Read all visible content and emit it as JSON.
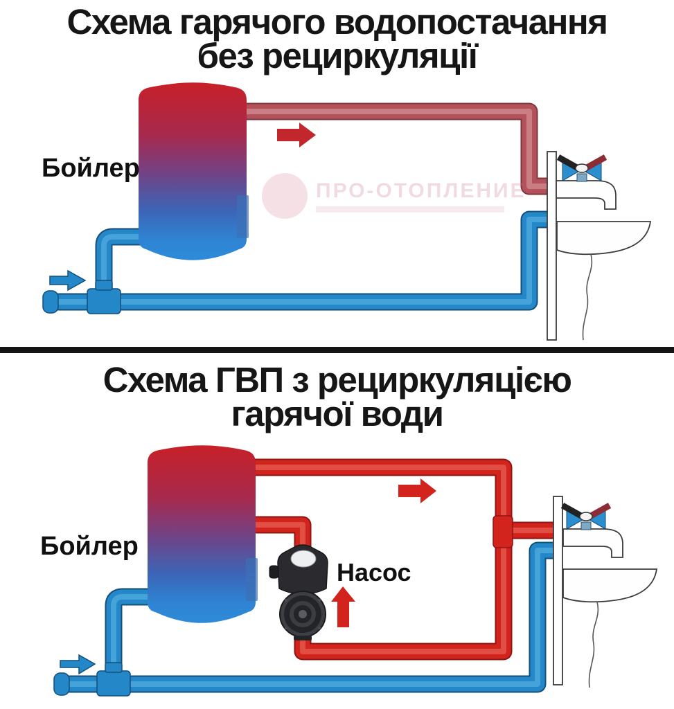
{
  "page": {
    "background": "#ffffff",
    "divider_color": "#141414"
  },
  "palette": {
    "red_bright": "#d2241d",
    "red_dark": "#8e1511",
    "red_highlight": "#f0776a",
    "rose": "#b4525c",
    "rose_dark": "#83353f",
    "rose_highlight": "#dfa0a6",
    "blue": "#2487c8",
    "blue_dark": "#134f7c",
    "blue_highlight": "#63b9e9",
    "arrow_red_top": "#c2272e",
    "boiler_top_red": "#c72028",
    "boiler_mid_purple": "#6f4487",
    "boiler_bottom_blue": "#2e8bd9",
    "pump_body": "#2b2b2f",
    "text": "#161616",
    "watermark_pink": "#c77492"
  },
  "diagram_top": {
    "title_line1": "Схема гарячого водопостачання",
    "title_line2": "без рециркуляції",
    "boiler_label": "Бойлер",
    "icons": [
      {
        "name": "flow-right-arrow-hot-top-icon",
        "color": "#c2272e"
      },
      {
        "name": "inlet-right-arrow-cold-top-icon",
        "color": "#2487c8"
      }
    ]
  },
  "diagram_bottom": {
    "title_line1": "Схема ГВП з рециркуляцією",
    "title_line2": "гарячої води",
    "boiler_label": "Бойлер",
    "pump_label": "Насос",
    "icons": [
      {
        "name": "flow-right-arrow-hot-bottom-icon",
        "color": "#d2241d"
      },
      {
        "name": "pump-up-arrow-icon",
        "color": "#d2241d"
      },
      {
        "name": "inlet-right-arrow-cold-bottom-icon",
        "color": "#2487c8"
      }
    ]
  },
  "watermark": {
    "text": "ПРО-ОТОПЛЕНИЕ"
  }
}
